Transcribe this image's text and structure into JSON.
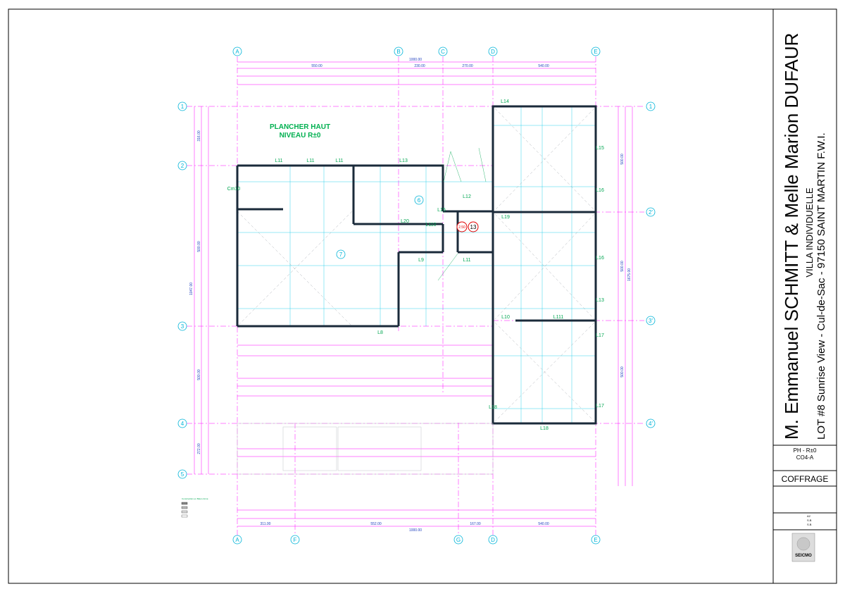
{
  "title_block": {
    "owners": "M. Emmanuel SCHMITT & Melle Marion DUFAUR",
    "project": "VILLA INDIVIDUELLE",
    "address": "LOT #8 Sunrise View - Cul-de-Sac - 97150 SAINT MARTIN F.W.I.",
    "sheet_name": "PH - R±0",
    "sheet_code": "CO4-A",
    "drawing_type": "COFFRAGE",
    "format": "A2",
    "drawn_by": "S.B",
    "checked_by": "S.B",
    "company": "SEICMO"
  },
  "plan": {
    "title_line1": "PLANCHER HAUT",
    "title_line2": "NIVEAU R±0",
    "axes_top": [
      "A",
      "B",
      "C",
      "D",
      "E"
    ],
    "axes_bottom": [
      "A",
      "F",
      "G",
      "D",
      "E"
    ],
    "axes_left": [
      "1",
      "2",
      "3",
      "4",
      "5"
    ],
    "axes_right": [
      "1",
      "2'",
      "3'",
      "4'"
    ],
    "top_dims_row1": [
      "1000.00"
    ],
    "top_dims_row2": [
      "550.00",
      "230.00",
      "270.00",
      "540.00"
    ],
    "bottom_dims_row1": [
      "311.00",
      "552.00",
      "167.00",
      "540.00"
    ],
    "bottom_dims_row2": [
      "1000.00"
    ],
    "left_dims": [
      "316.00",
      "500.00",
      "500.00",
      "272.00"
    ],
    "left_total": "1047.00",
    "right_dims": [
      "500.00",
      "500.00",
      "500.00"
    ],
    "right_total": "1675.00",
    "beam_labels": [
      "L11",
      "L11",
      "L11",
      "L13",
      "L12",
      "L14",
      "L15",
      "L16",
      "L17",
      "L18",
      "L19",
      "L20",
      "L10",
      "L11",
      "L13",
      "L8",
      "L9",
      "L16",
      "L18",
      "L111",
      "L110",
      "L15",
      "L17",
      "Cm10"
    ],
    "node_labels": [
      "6",
      "7",
      "13"
    ],
    "level_label": "2.50",
    "legend_title": "Construction en Béton Armé"
  }
}
